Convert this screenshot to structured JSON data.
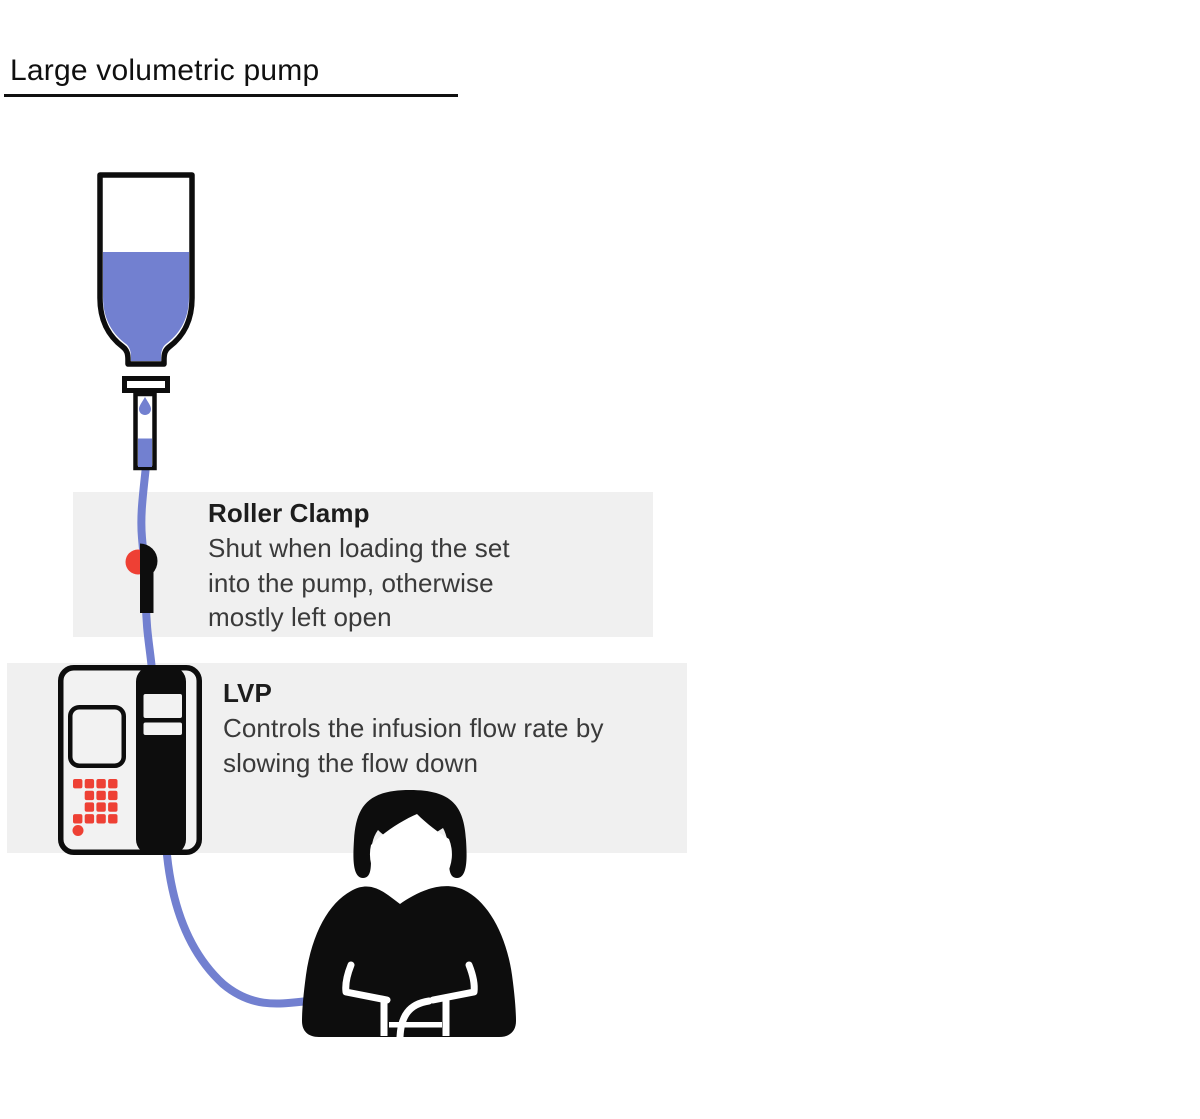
{
  "title": "Large volumetric pump",
  "annotations": {
    "roller_clamp": {
      "heading": "Roller Clamp",
      "body": "Shut when loading the set\ninto the pump, otherwise\nmostly left open"
    },
    "lvp": {
      "heading": "LVP",
      "body": "Controls the infusion flow rate by\nslowing the flow down"
    }
  },
  "icons": {
    "iv_bottle": "iv-fluid-bottle-icon",
    "drip_chamber": "drip-chamber-icon",
    "iv_tube": "iv-tube-line",
    "roller_clamp": "roller-clamp-icon",
    "pump": "lvp-pump-icon",
    "pump_keypad": "keypad-icon",
    "patient": "patient-icon"
  },
  "colors": {
    "tube_blue": "#7280d0",
    "ink_black": "#0d0d0d",
    "alert_red": "#ee4034",
    "panel_gray": "#f0f0f0",
    "device_gray": "#f2f2f2",
    "heading_text": "#1d1d1d",
    "body_text": "#3a3a3a"
  }
}
